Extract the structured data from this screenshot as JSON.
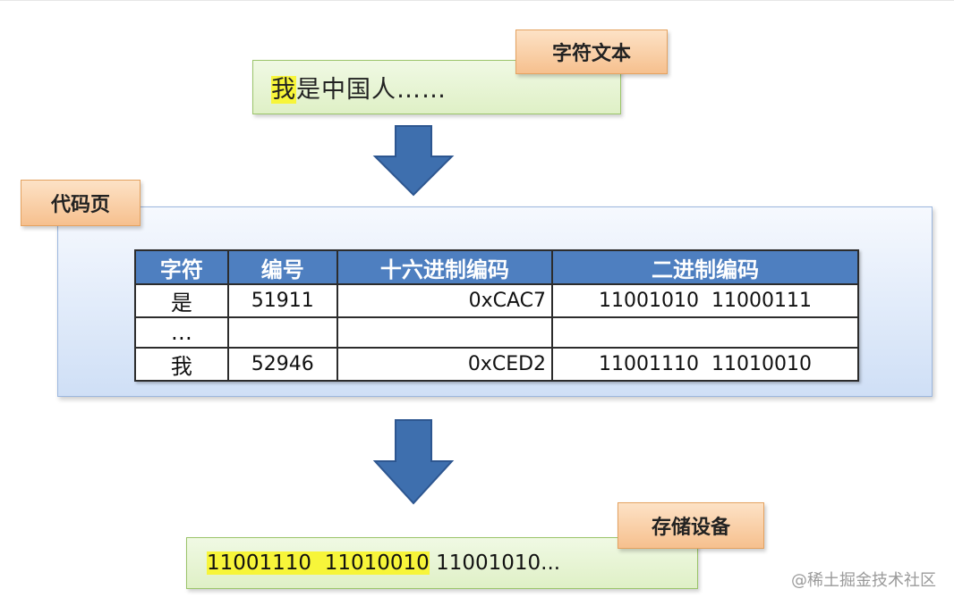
{
  "input_box": {
    "highlighted": "我",
    "rest": "是中国人……"
  },
  "tags": {
    "text": "字符文本",
    "code_page": "代码页",
    "storage": "存储设备"
  },
  "table": {
    "headers": [
      "字符",
      "编号",
      "十六进制编码",
      "二进制编码"
    ],
    "rows": [
      {
        "char": "是",
        "number": "51911",
        "hex": "0xCAC7",
        "binary": "11001010  11000111"
      },
      {
        "char": "…",
        "number": "",
        "hex": "",
        "binary": ""
      },
      {
        "char": "我",
        "number": "52946",
        "hex": "0xCED2",
        "binary": "11001110  11010010"
      }
    ]
  },
  "storage_box": {
    "highlighted": "11001110  11010010",
    "rest": " 11001010..."
  },
  "watermark": "@稀土掘金技术社区",
  "colors": {
    "arrow": "#3e6fae",
    "table_header": "#4e7fc0",
    "highlight": "#f7f53a",
    "tag": "#f6c08e",
    "green_box": "#dff0c6"
  }
}
